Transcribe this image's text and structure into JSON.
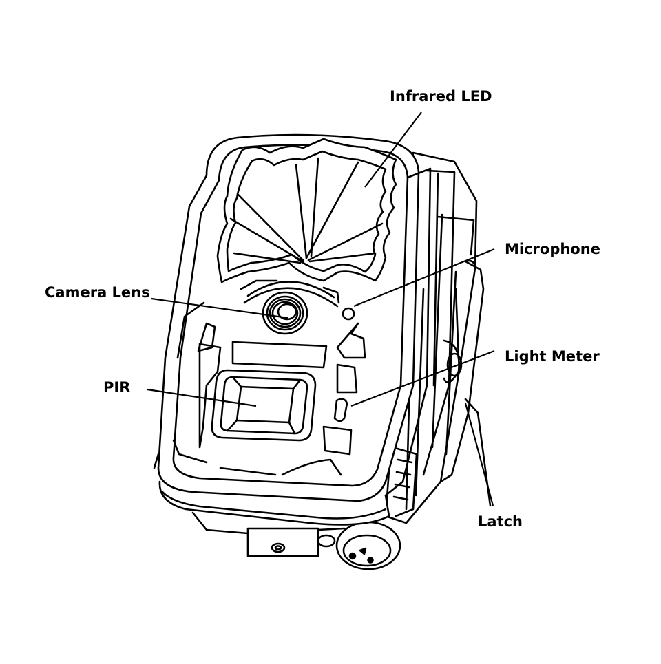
{
  "diagram": {
    "labels": {
      "infrared_led": "Infrared LED",
      "microphone": "Microphone",
      "camera_lens": "Camera Lens",
      "light_meter": "Light Meter",
      "pir": "PIR",
      "latch": "Latch"
    },
    "colors": {
      "ink": "#000000",
      "background": "#ffffff",
      "body_fill": "#ffffff"
    }
  }
}
